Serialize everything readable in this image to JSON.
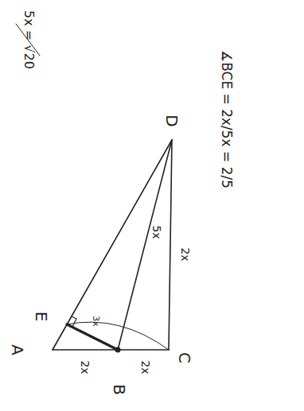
{
  "diagram": {
    "labels": [
      "A",
      "B",
      "C",
      "D",
      "E",
      "2x",
      "2x",
      "5x",
      "2x",
      "3x",
      "∡BCE = 2x/5x = 2/5",
      "5x = √20"
    ]
  }
}
